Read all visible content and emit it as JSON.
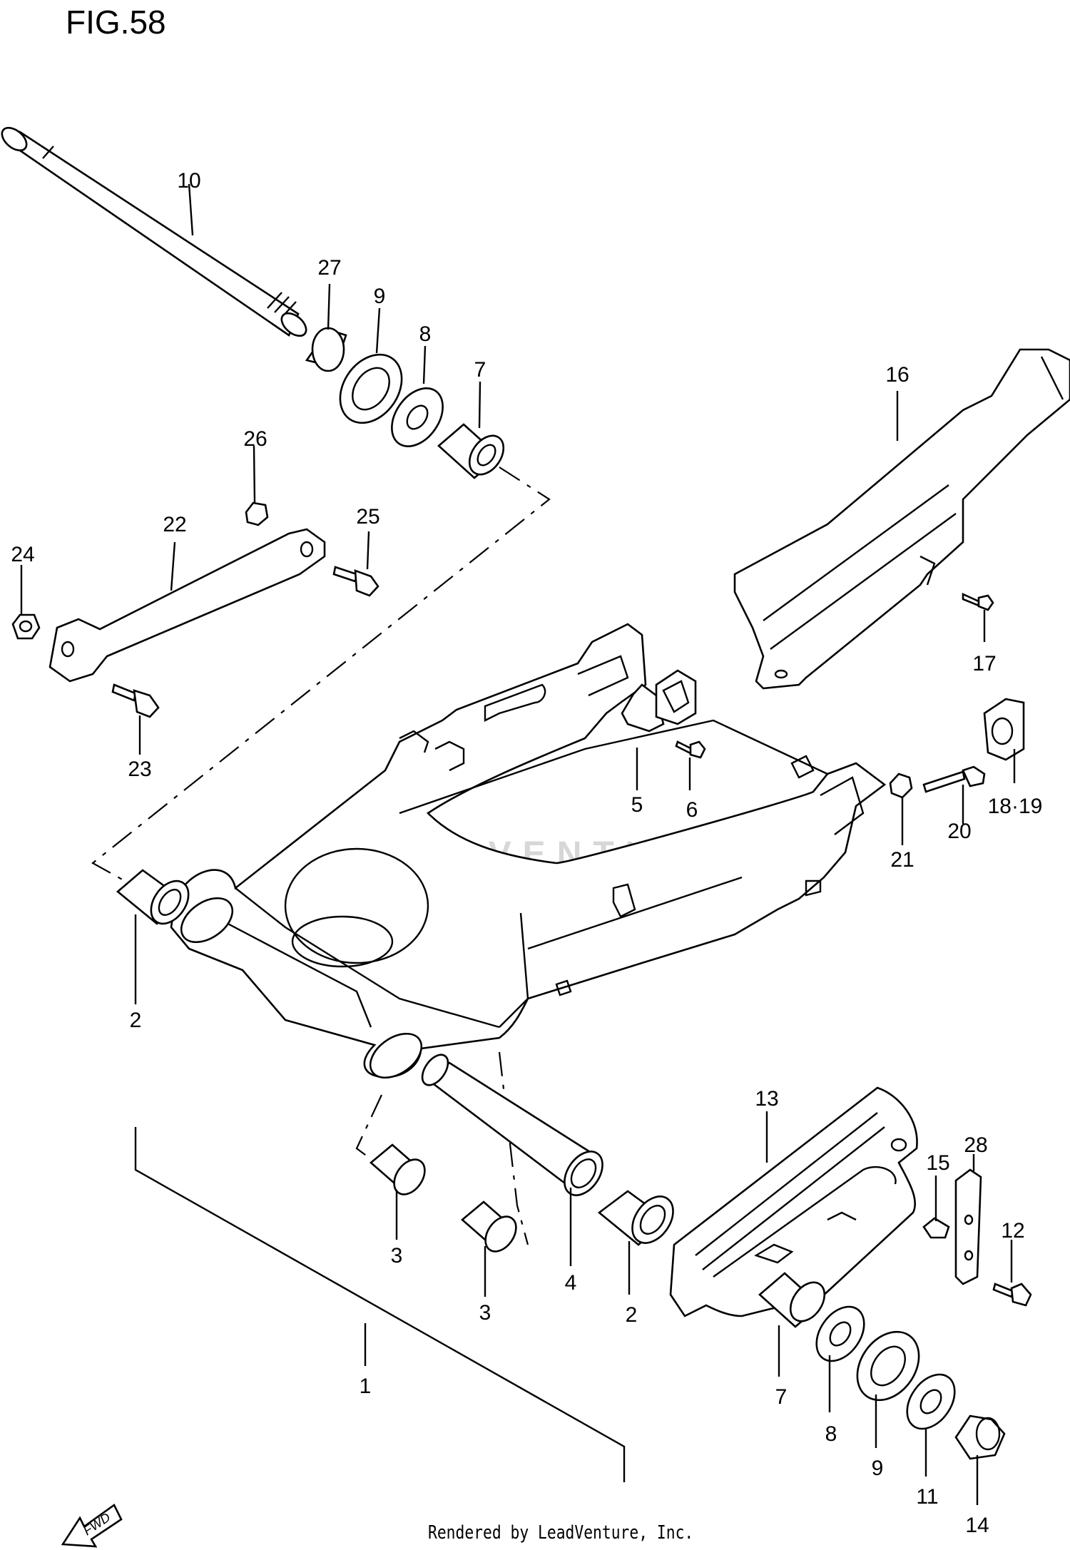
{
  "figure_title": "FIG.58",
  "watermark_text": "LEADVENTURE",
  "footer_text": "Rendered by LeadVenture, Inc.",
  "fwd_label": "FWD",
  "callouts": [
    "1",
    "2",
    "2",
    "3",
    "3",
    "4",
    "5",
    "6",
    "7",
    "7",
    "8",
    "8",
    "9",
    "9",
    "10",
    "11",
    "12",
    "13",
    "14",
    "15",
    "16",
    "17",
    "18·19",
    "20",
    "21",
    "22",
    "23",
    "24",
    "25",
    "26",
    "27",
    "28"
  ]
}
